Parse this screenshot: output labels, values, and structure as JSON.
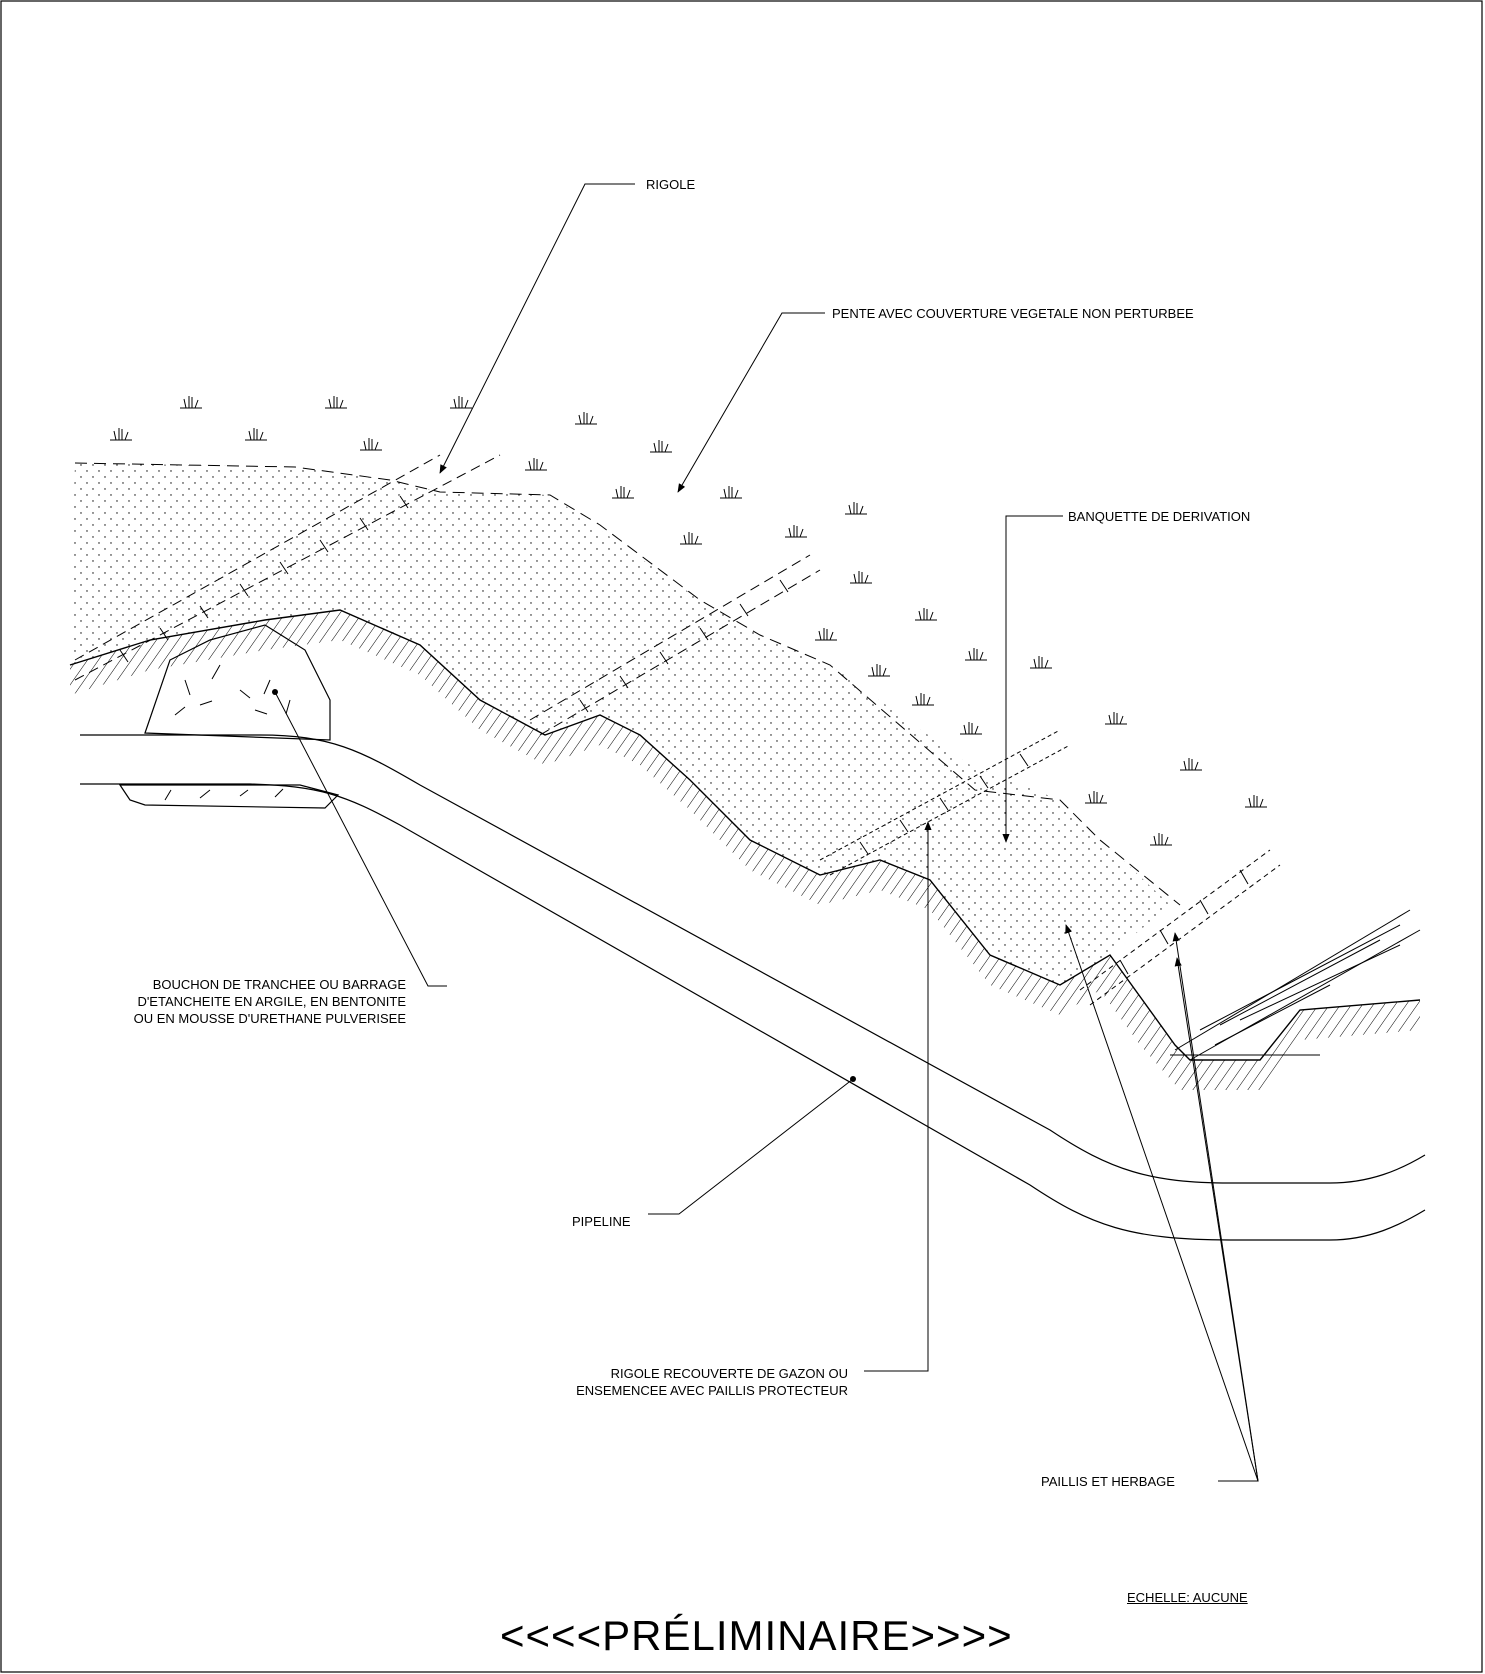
{
  "labels": {
    "rigole": "RIGOLE",
    "pente": "PENTE AVEC COUVERTURE VEGETALE NON PERTURBEE",
    "banquette": "BANQUETTE DE DERIVATION",
    "bouchon": [
      "BOUCHON DE TRANCHEE OU BARRAGE",
      "D'ETANCHEITE EN ARGILE, EN BENTONITE",
      "OU EN MOUSSE D'URETHANE PULVERISEE"
    ],
    "pipeline": "PIPELINE",
    "rigole_recouverte": [
      "RIGOLE RECOUVERTE DE GAZON OU",
      "ENSEMENCEE AVEC PAILLIS PROTECTEUR"
    ],
    "paillis": "PAILLIS ET HERBAGE"
  },
  "scale": "ECHELLE: AUCUNE",
  "stamp": "<<<<PRÉLIMINAIRE>>>>",
  "colors": {
    "line": "#000000",
    "background": "#ffffff"
  }
}
